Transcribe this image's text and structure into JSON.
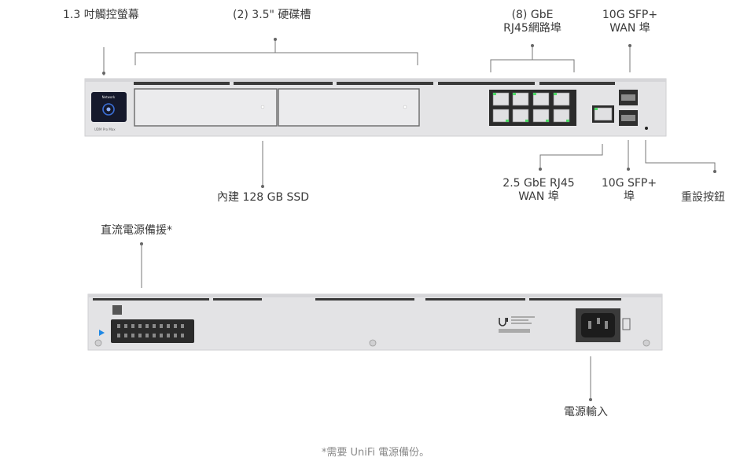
{
  "front_panel": {
    "labels": {
      "touchscreen": "1.3 吋觸控螢幕",
      "hdd_bays": "(2) 3.5\" 硬碟槽",
      "gbe_ports_line1": "(8) GbE",
      "gbe_ports_line2": "RJ45網路埠",
      "sfp_wan_line1": "10G SFP+",
      "sfp_wan_line2": "WAN 埠",
      "ssd": "內建 128 GB SSD",
      "rj45_wan_line1": "2.5 GbE RJ45",
      "rj45_wan_line2": "WAN 埠",
      "sfp_port_line1": "10G SFP+",
      "sfp_port_line2": "埠",
      "reset": "重設按鈕"
    },
    "screen_text": "Network",
    "model_text": "UDM Pro Max"
  },
  "back_panel": {
    "labels": {
      "dc_backup": "直流電源備援*",
      "power_input": "電源輸入"
    }
  },
  "footnote": "*需要 UniFi 電源備份。",
  "colors": {
    "chassis": "#e6e6e8",
    "chassis_edge": "#c9c9cc",
    "port_led": "#4cd964",
    "screen": "#15192c",
    "accent_blue": "#1e88e5"
  }
}
